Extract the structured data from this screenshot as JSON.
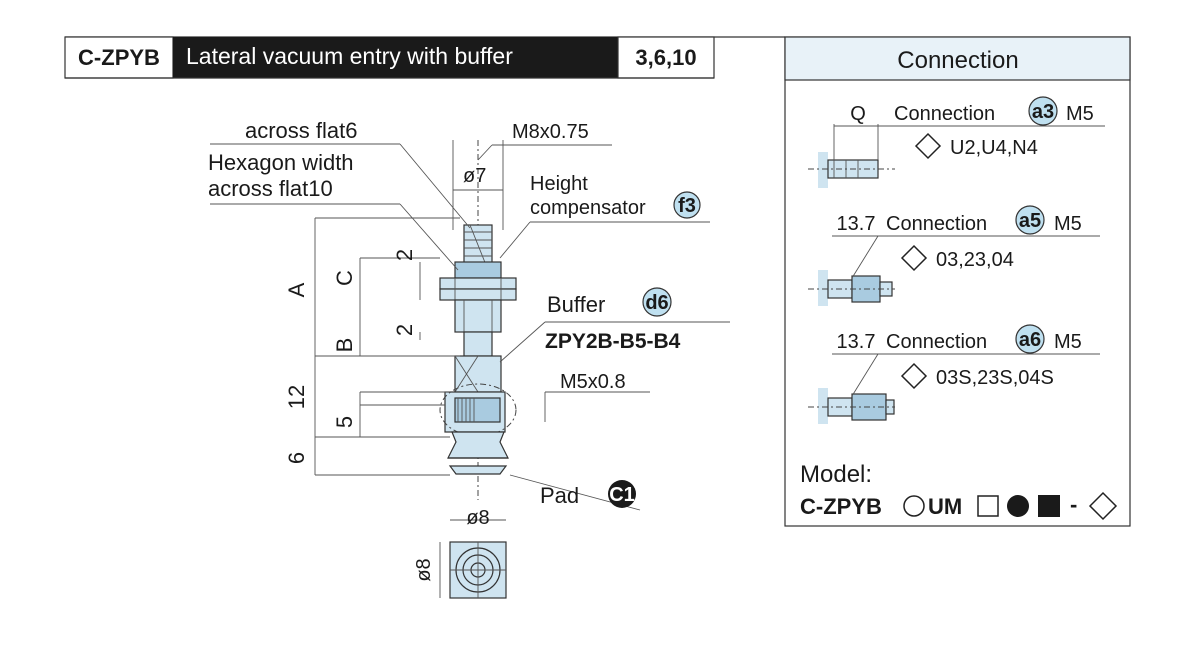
{
  "header": {
    "model_code": "C-ZPYB",
    "title": "Lateral vacuum entry with buffer",
    "sizes": "3,6,10"
  },
  "main_drawing": {
    "across_flat_small": "across flat6",
    "hexagon_line1": "Hexagon width",
    "hexagon_line2": "across flat10",
    "thread_top": "M8x0.75",
    "dia_top": "ø7",
    "height_comp_line1": "Height",
    "height_comp_line2": "compensator",
    "height_comp_badge": "f3",
    "dim_A": "A",
    "dim_C": "C",
    "dim_B": "B",
    "dim_2a": "2",
    "dim_2b": "2",
    "dim_12": "12",
    "dim_5": "5",
    "dim_6": "6",
    "buffer_label": "Buffer",
    "buffer_badge": "d6",
    "buffer_part": "ZPY2B-B5-B4",
    "thread_side": "M5x0.8",
    "pad_label": "Pad",
    "pad_badge": "C1",
    "dia_bottom_h": "ø8",
    "dia_bottom_v": "ø8"
  },
  "connection_panel": {
    "title": "Connection",
    "items": [
      {
        "dim": "Q",
        "label": "Connection",
        "badge": "a3",
        "thread": "M5",
        "codes": "U2,U4,N4"
      },
      {
        "dim": "13.7",
        "label": "Connection",
        "badge": "a5",
        "thread": "M5",
        "codes": "03,23,04"
      },
      {
        "dim": "13.7",
        "label": "Connection",
        "badge": "a6",
        "thread": "M5",
        "codes": "03S,23S,04S"
      }
    ],
    "model_label": "Model:",
    "model_prefix": "C-ZPYB",
    "model_um": "UM",
    "model_dash": "-"
  },
  "colors": {
    "header_bg": "#1a1a1a",
    "panel_title_bg": "#e8f2f8",
    "part_fill": "#cfe4f0",
    "line": "#333333"
  }
}
